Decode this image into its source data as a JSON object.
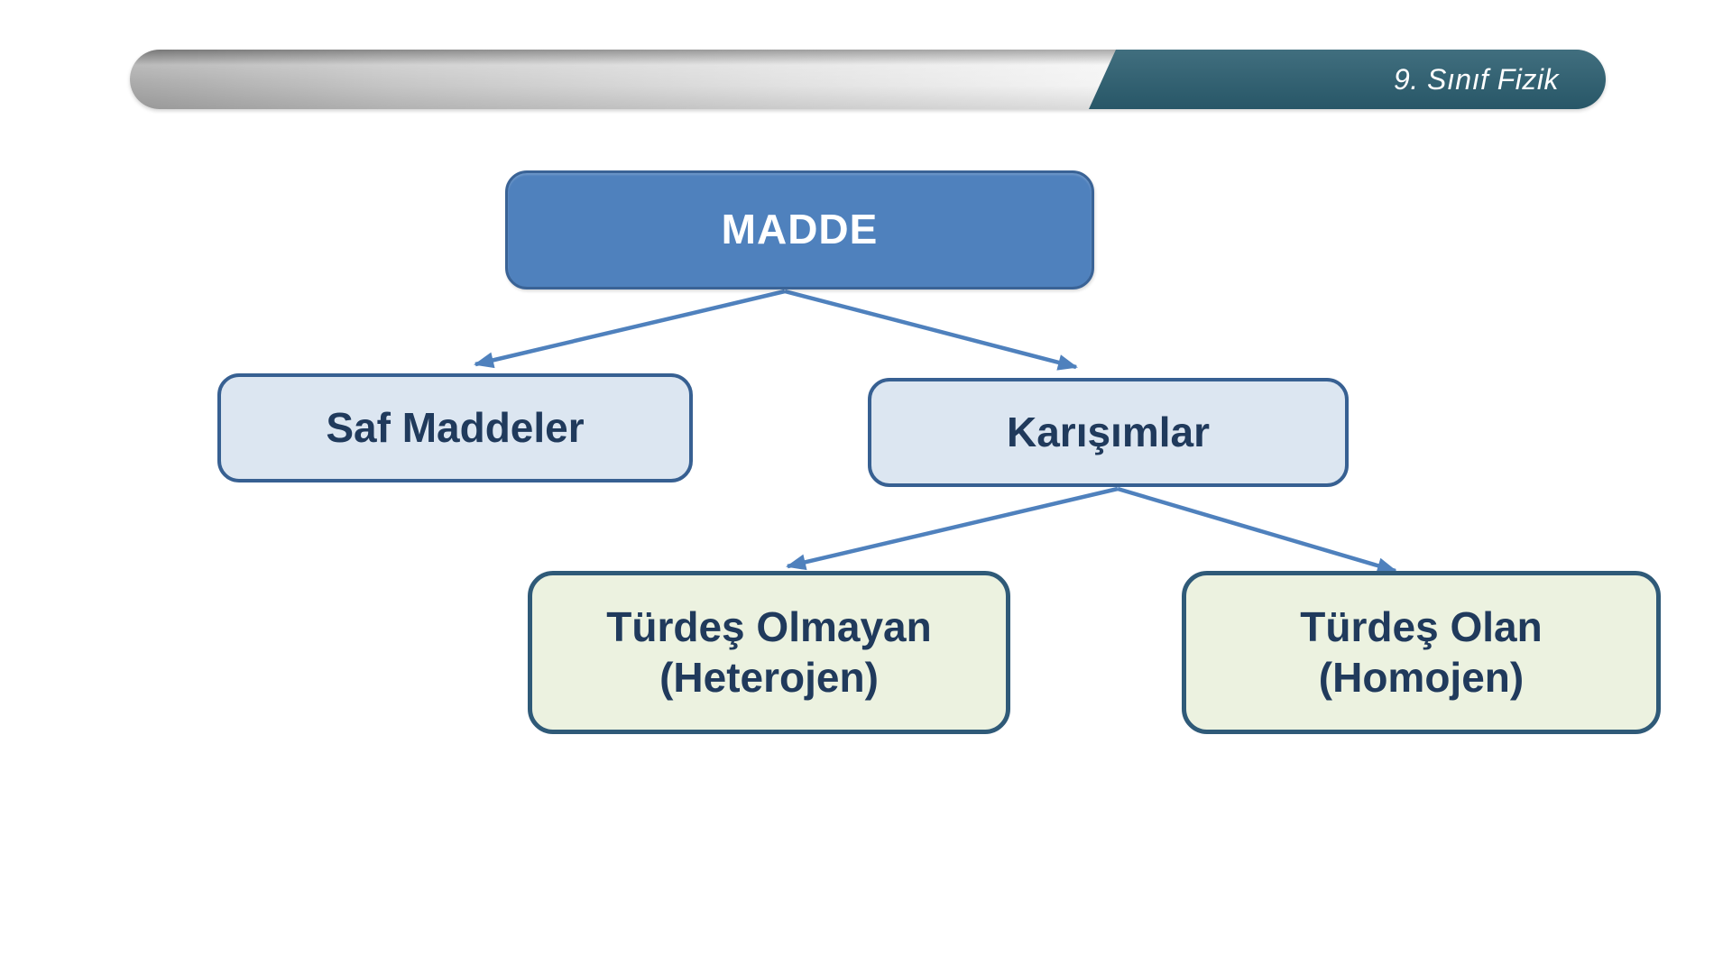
{
  "header": {
    "title": "9. Sınıf Fizik"
  },
  "diagram": {
    "nodes": {
      "madde": {
        "label": "MADDE"
      },
      "saf_maddeler": {
        "label": "Saf Maddeler"
      },
      "karisimlar": {
        "label": "Karışımlar"
      },
      "turdes_olmayan": {
        "line1": "Türdeş Olmayan",
        "line2": "(Heterojen)"
      },
      "turdes_olan": {
        "line1": "Türdeş Olan",
        "line2": "(Homojen)"
      }
    },
    "edges": [
      {
        "from": "madde",
        "to": "saf_maddeler"
      },
      {
        "from": "madde",
        "to": "karisimlar"
      },
      {
        "from": "karisimlar",
        "to": "turdes_olmayan"
      },
      {
        "from": "karisimlar",
        "to": "turdes_olan"
      }
    ]
  },
  "colors": {
    "root-fill": "#4f81bd",
    "root-border": "#3a6396",
    "root-text": "#ffffff",
    "branch-fill": "#dce6f1",
    "branch-border": "#376092",
    "leaf-fill": "#ecf2e0",
    "leaf-border": "#2f5a78",
    "node-text": "#203a5c",
    "arrow": "#4f81bd",
    "header-teal": "#2b5e70",
    "header-text": "#ffffff"
  }
}
